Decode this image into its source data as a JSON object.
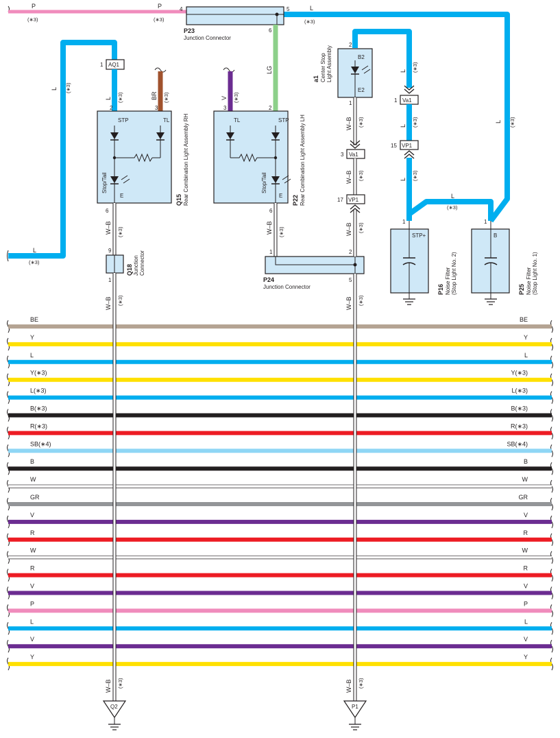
{
  "colors": {
    "BE": "#b5a493",
    "Y": "#ffe000",
    "L": "#00aeef",
    "B": "#231f20",
    "R": "#ed1c24",
    "SB": "#8fd6f5",
    "W": "#ffffff",
    "GR": "#939598",
    "V": "#6b2c91",
    "P": "#f08cbc",
    "BR": "#a0522d",
    "LG": "#8dd08a",
    "component_fill": "#cfe8f7"
  },
  "top": {
    "wire_p_left": "P",
    "wire_p_left_note": "(∗3)",
    "wire_p_mid": "P",
    "wire_p_mid_note": "(∗3)",
    "wire_l_right": "L",
    "wire_l_right_note": "(∗3)",
    "pin_4": "4",
    "pin_5": "5",
    "pin_6": "6",
    "p23_id": "P23",
    "p23_name": "Junction Connector"
  },
  "left_feed": {
    "wire": "L",
    "note": "(∗3)"
  },
  "left_bottom_feed": {
    "wire": "L",
    "note": "(∗3)"
  },
  "aq1": {
    "pin": "1",
    "name": "AQ1"
  },
  "q15": {
    "id": "Q15",
    "name": "Rear Combination Light Assembly RH",
    "pin_stp": "2",
    "pin_tl": "3",
    "pin_e": "6",
    "label_stp": "STP",
    "label_tl": "TL",
    "label_stoptail": "Stop/Tail",
    "label_e": "E",
    "wire_stp": "L",
    "wire_stp_note": "(∗3)",
    "wire_tl": "BR",
    "wire_tl_note": "(∗3)",
    "wire_e": "W–B",
    "wire_e_note": "(∗3)"
  },
  "q18": {
    "id": "Q18",
    "name1": "Junction",
    "name2": "Connector",
    "pin_in": "9",
    "pin_out": "1",
    "wire_out": "W–B",
    "wire_out_note": "(∗3)"
  },
  "p22": {
    "id": "P22",
    "name": "Rear Combination Light Assembly LH",
    "pin_tl": "3",
    "pin_stp": "2",
    "pin_e": "6",
    "label_tl": "TL",
    "label_stp": "STP",
    "label_stoptail": "Stop/Tail",
    "label_e": "E",
    "wire_tl": "V",
    "wire_tl_note": "(∗3)",
    "wire_stp": "LG",
    "wire_e": "W–B",
    "wire_e_note": "(∗3)"
  },
  "p24": {
    "id": "P24",
    "name": "Junction Connector",
    "pin_1": "1",
    "pin_2": "2",
    "pin_5": "5",
    "wire_out": "W–B",
    "wire_out_note": "(∗3)"
  },
  "a1": {
    "id": "a1",
    "name1": "Center Stop",
    "name2": "Light Assembly",
    "pin_b2": "2",
    "pin_e2": "1",
    "label_b2": "B2",
    "label_e2": "E2",
    "wire_out": "W–B",
    "wire_out_note": "(∗3)"
  },
  "va1_left": {
    "pin": "3",
    "name": "Va1",
    "wire": "W–B",
    "note": "(∗3)"
  },
  "vp1_left": {
    "pin": "17",
    "name": "VP1",
    "wire": "W–B",
    "note": "(∗3)"
  },
  "va1_right": {
    "pin": "1",
    "name": "Va1",
    "wire_top": "L",
    "note_top": "(∗3)",
    "wire_bot": "L",
    "note_bot": "(∗3)"
  },
  "vp1_right": {
    "pin": "15",
    "name": "VP1",
    "wire": "L",
    "note": "(∗3)"
  },
  "cross_l": {
    "wire": "L",
    "note": "(∗3)"
  },
  "right_l": {
    "wire": "L",
    "note": "(∗3)"
  },
  "p16": {
    "id": "P16",
    "name1": "Noise Filter",
    "name2": "(Stop Light No. 2)",
    "pin": "1",
    "label": "STP+"
  },
  "p25": {
    "id": "P25",
    "name1": "Noise Filter",
    "name2": "(Stop Light No. 1)",
    "pin": "1",
    "label": "B"
  },
  "grounds": [
    {
      "name": "Q2",
      "wire": "W–B",
      "note": "(∗3)"
    },
    {
      "name": "P1",
      "wire": "W–B",
      "note": "(∗3)"
    }
  ],
  "bus_wires": [
    {
      "label": "BE",
      "color": "BE"
    },
    {
      "label": "Y",
      "color": "Y"
    },
    {
      "label": "L",
      "color": "L"
    },
    {
      "label": "Y(∗3)",
      "color": "Y"
    },
    {
      "label": "L(∗3)",
      "color": "L"
    },
    {
      "label": "B(∗3)",
      "color": "B"
    },
    {
      "label": "R(∗3)",
      "color": "R"
    },
    {
      "label": "SB(∗4)",
      "color": "SB"
    },
    {
      "label": "B",
      "color": "B"
    },
    {
      "label": "W",
      "color": "W"
    },
    {
      "label": "GR",
      "color": "GR"
    },
    {
      "label": "V",
      "color": "V"
    },
    {
      "label": "R",
      "color": "R"
    },
    {
      "label": "W",
      "color": "W"
    },
    {
      "label": "R",
      "color": "R"
    },
    {
      "label": "V",
      "color": "V"
    },
    {
      "label": "P",
      "color": "P"
    },
    {
      "label": "L",
      "color": "L"
    },
    {
      "label": "V",
      "color": "V"
    },
    {
      "label": "Y",
      "color": "Y"
    }
  ]
}
